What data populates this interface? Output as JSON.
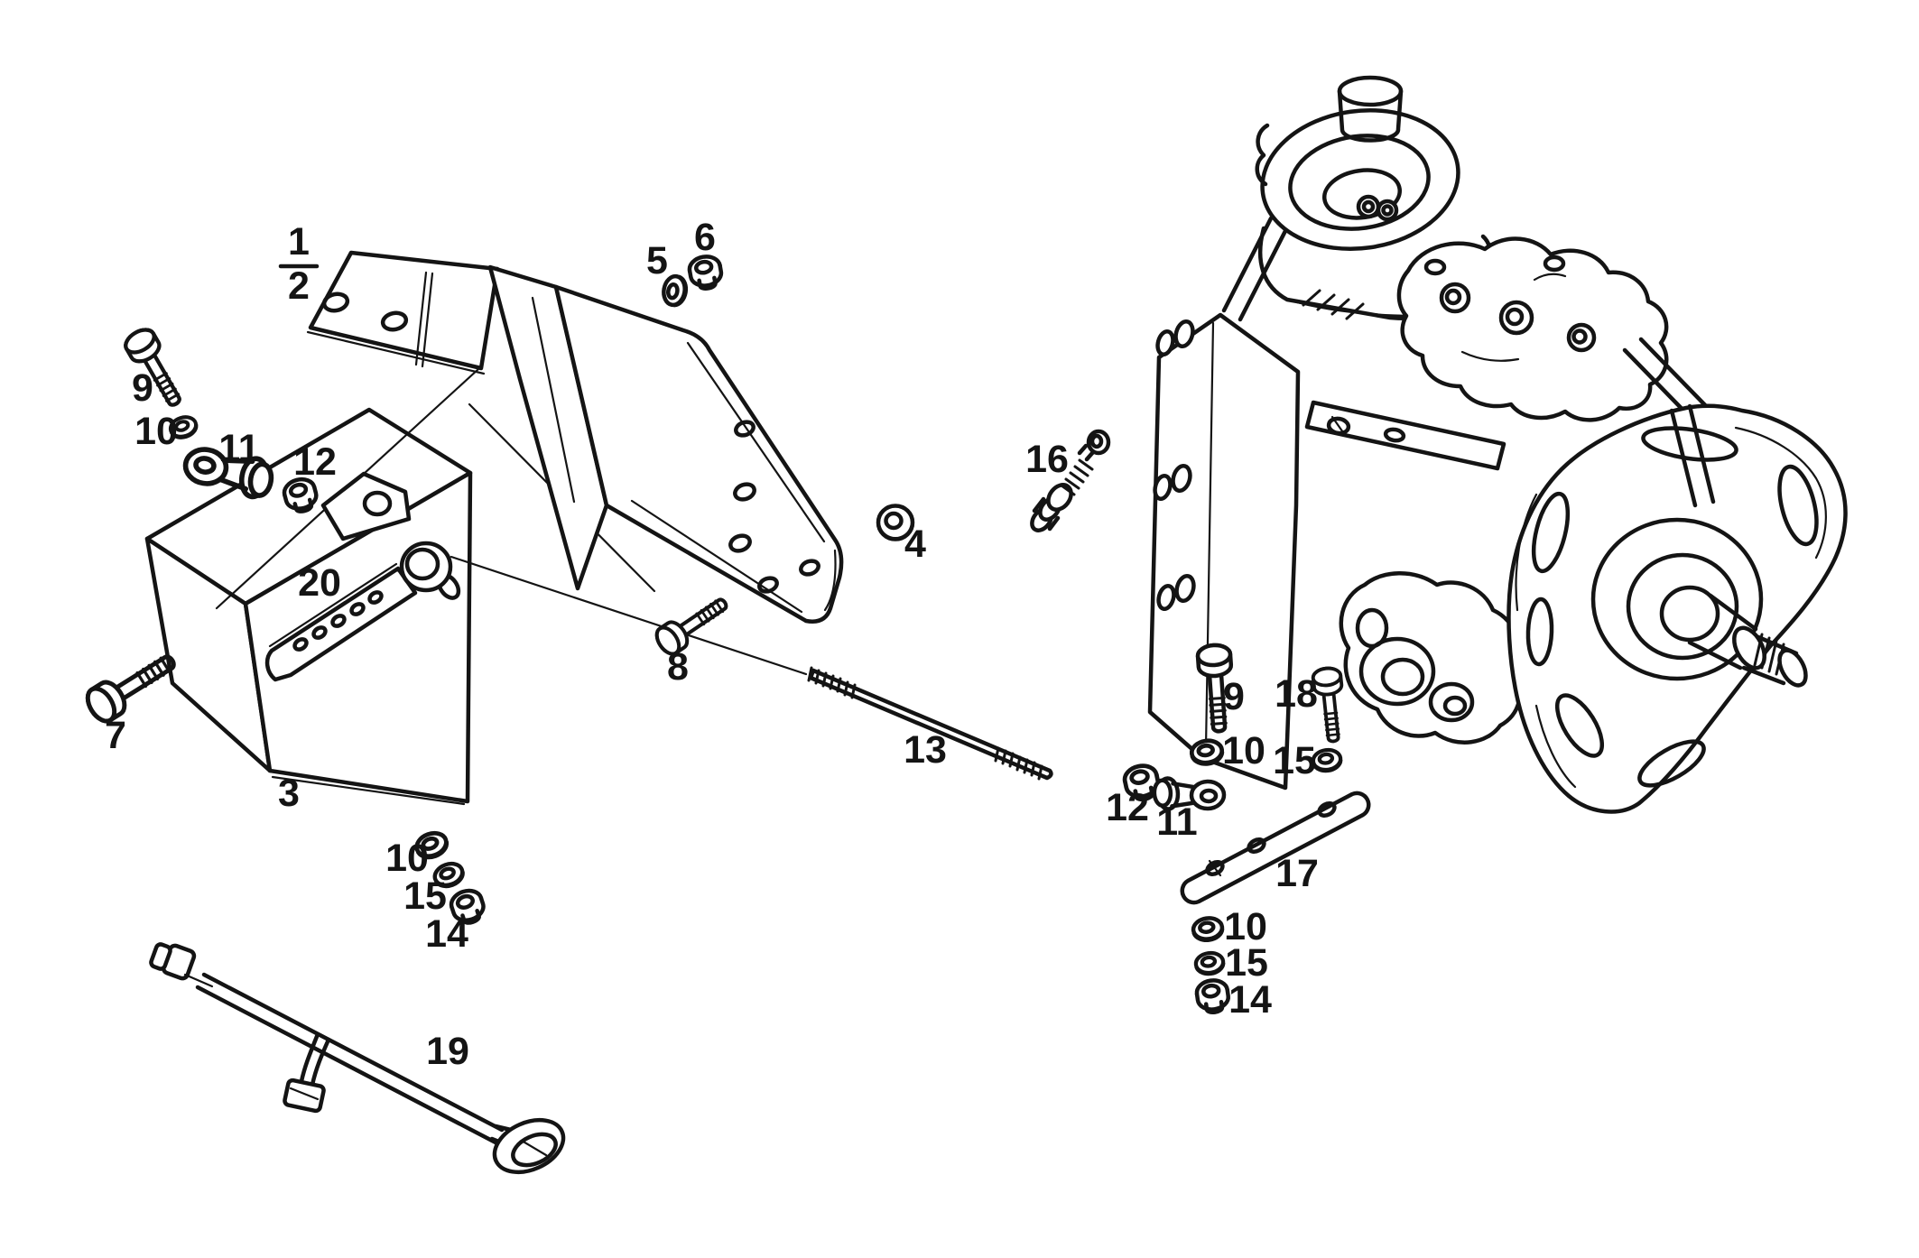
{
  "figure": {
    "type": "exploded-parts-diagram",
    "description": "Black-and-white exploded line drawing: injection pump with mounting brackets, support box, control rod linkage, harness and fastener hardware, identified by numbered callouts",
    "background": "#ffffff",
    "ink": "#141414"
  },
  "callouts": [
    {
      "id": "callout-1-over-2-numerator",
      "text": "1"
    },
    {
      "id": "callout-1-over-2-denominator",
      "text": "2"
    },
    {
      "id": "callout-9-left",
      "text": "9"
    },
    {
      "id": "callout-10-left",
      "text": "10"
    },
    {
      "id": "callout-11-left",
      "text": "11"
    },
    {
      "id": "callout-12-left",
      "text": "12"
    },
    {
      "id": "callout-5",
      "text": "5"
    },
    {
      "id": "callout-6",
      "text": "6"
    },
    {
      "id": "callout-4",
      "text": "4"
    },
    {
      "id": "callout-20",
      "text": "20"
    },
    {
      "id": "callout-3",
      "text": "3"
    },
    {
      "id": "callout-7",
      "text": "7"
    },
    {
      "id": "callout-8",
      "text": "8"
    },
    {
      "id": "callout-13",
      "text": "13"
    },
    {
      "id": "callout-16",
      "text": "16"
    },
    {
      "id": "callout-9-right",
      "text": "9"
    },
    {
      "id": "callout-18",
      "text": "18"
    },
    {
      "id": "callout-10-right",
      "text": "10"
    },
    {
      "id": "callout-15-right",
      "text": "15"
    },
    {
      "id": "callout-12-right",
      "text": "12"
    },
    {
      "id": "callout-11-right",
      "text": "11"
    },
    {
      "id": "callout-17",
      "text": "17"
    },
    {
      "id": "callout-10-right-lower",
      "text": "10"
    },
    {
      "id": "callout-15-right-lower",
      "text": "15"
    },
    {
      "id": "callout-14-right",
      "text": "14"
    },
    {
      "id": "callout-10-left-lower",
      "text": "10"
    },
    {
      "id": "callout-15-left-lower",
      "text": "15"
    },
    {
      "id": "callout-14-left",
      "text": "14"
    },
    {
      "id": "callout-19",
      "text": "19"
    }
  ]
}
